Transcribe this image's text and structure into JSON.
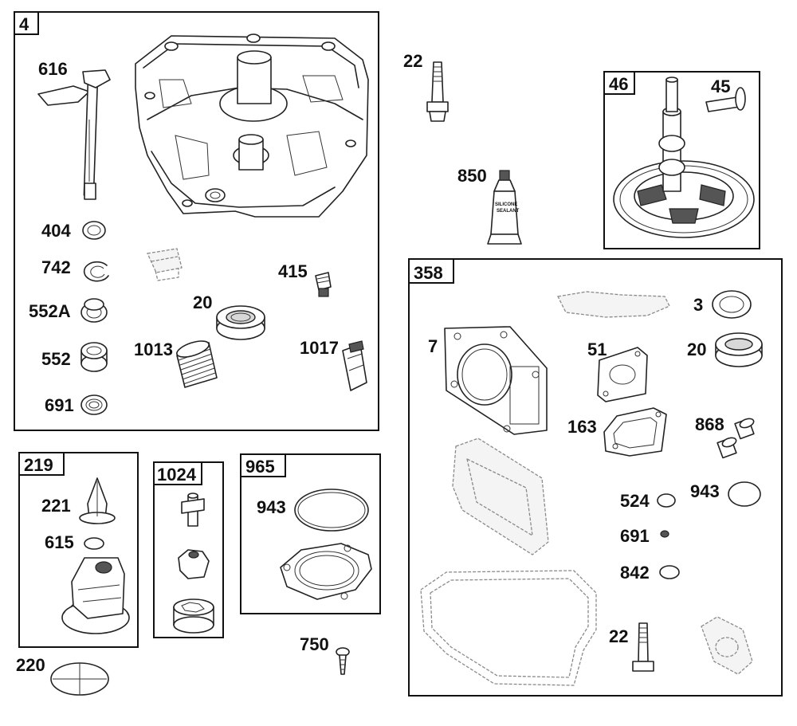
{
  "boxes": {
    "b4": "4",
    "b46": "46",
    "b358": "358",
    "b219": "219",
    "b1024": "1024",
    "b965": "965"
  },
  "labels": {
    "p616": "616",
    "p404": "404",
    "p742": "742",
    "p552a": "552A",
    "p552": "552",
    "p691a": "691",
    "p415": "415",
    "p20a": "20",
    "p1013": "1013",
    "p1017": "1017",
    "p22a": "22",
    "p850": "850",
    "p45": "45",
    "p3": "3",
    "p7": "7",
    "p51": "51",
    "p20b": "20",
    "p163": "163",
    "p868": "868",
    "p524": "524",
    "p943b": "943",
    "p691b": "691",
    "p842": "842",
    "p22b": "22",
    "p221": "221",
    "p615": "615",
    "p220": "220",
    "p943a": "943",
    "p750": "750"
  },
  "sealant": {
    "line1": "SILICONE",
    "line2": "SEALANT"
  }
}
